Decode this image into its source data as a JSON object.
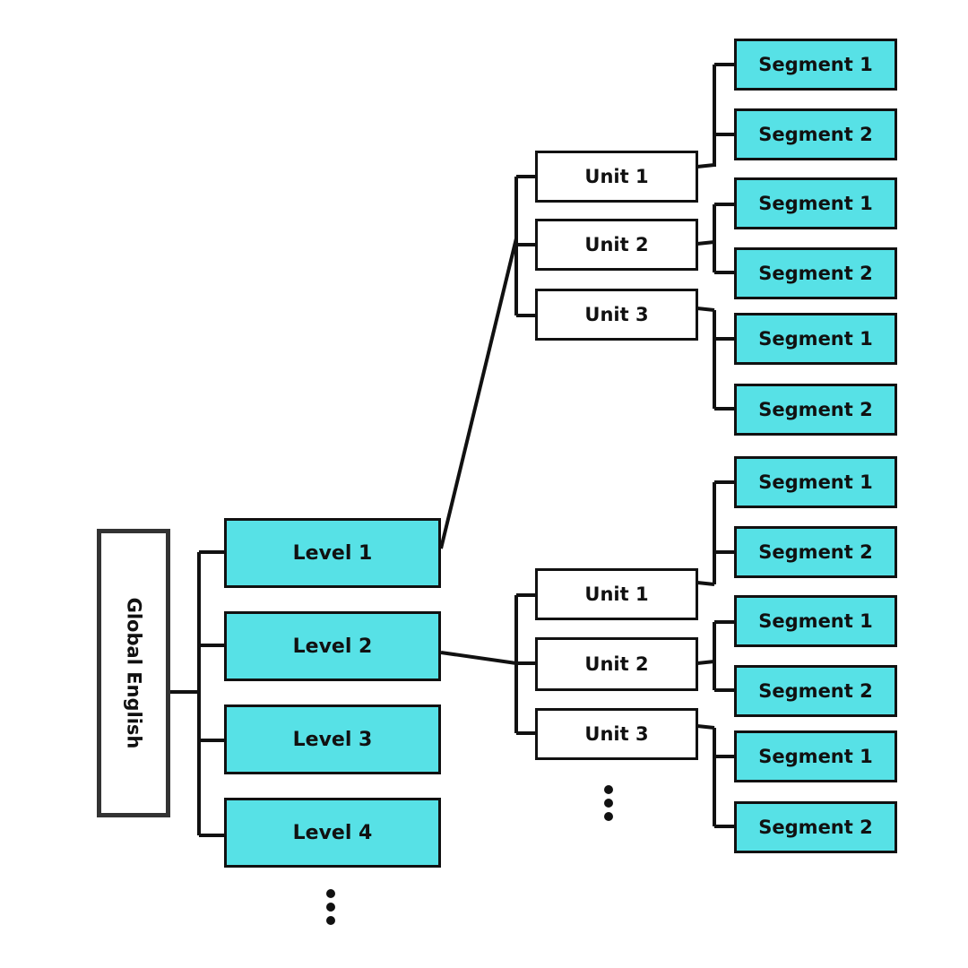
{
  "root": {
    "label": "Global English"
  },
  "levels": [
    {
      "label": "Level  1"
    },
    {
      "label": "Level  2"
    },
    {
      "label": "Level  3"
    },
    {
      "label": "Level  4"
    }
  ],
  "group_a": {
    "units": [
      {
        "label": "Unit  1"
      },
      {
        "label": "Unit 2"
      },
      {
        "label": "Unit  3"
      }
    ],
    "segments": [
      {
        "label": "Segment 1"
      },
      {
        "label": "Segment 2"
      },
      {
        "label": "Segment  1"
      },
      {
        "label": "Segment 2"
      },
      {
        "label": "Segment  1"
      },
      {
        "label": "Segment 2"
      }
    ]
  },
  "group_b": {
    "units": [
      {
        "label": "Unit  1"
      },
      {
        "label": "Unit 2"
      },
      {
        "label": "Unit  3"
      }
    ],
    "segments": [
      {
        "label": "Segment 1"
      },
      {
        "label": "Segment 2"
      },
      {
        "label": "Segment  1"
      },
      {
        "label": "Segment 2"
      },
      {
        "label": "Segment  1"
      },
      {
        "label": "Segment 2"
      }
    ]
  },
  "colors": {
    "fill_accent": "#57e1e6",
    "line": "#111111"
  }
}
